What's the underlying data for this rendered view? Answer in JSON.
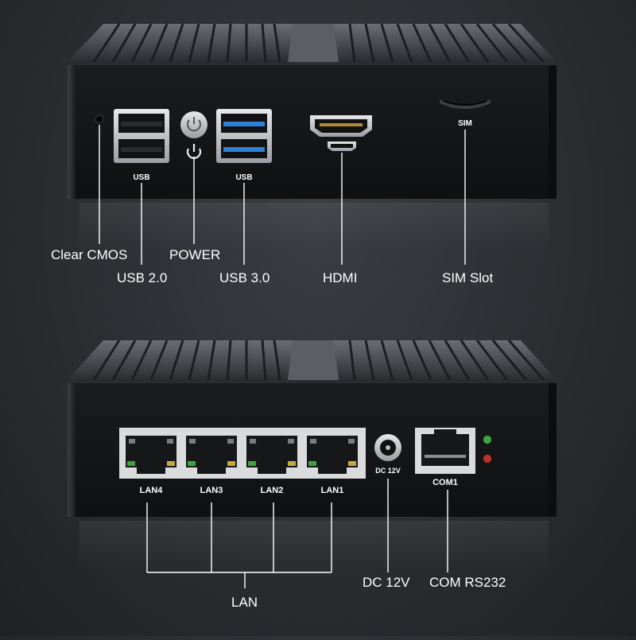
{
  "front_panel": {
    "port_labels": {
      "usb_left": "USB",
      "usb_right": "USB",
      "sim": "SIM"
    },
    "callouts": {
      "clear_cmos": "Clear CMOS",
      "power": "POWER",
      "usb2": "USB 2.0",
      "usb3": "USB 3.0",
      "hdmi": "HDMI",
      "sim_slot": "SIM Slot"
    }
  },
  "rear_panel": {
    "port_labels": {
      "lan4": "LAN4",
      "lan3": "LAN3",
      "lan2": "LAN2",
      "lan1": "LAN1",
      "dc": "DC 12V",
      "com": "COM1"
    },
    "callouts": {
      "lan": "LAN",
      "dc": "DC 12V",
      "com": "COM RS232"
    }
  },
  "colors": {
    "usb3_accent": "#2f7fd6",
    "led_green": "#3fa33a",
    "led_red": "#b8322a",
    "chassis": "#151618"
  }
}
